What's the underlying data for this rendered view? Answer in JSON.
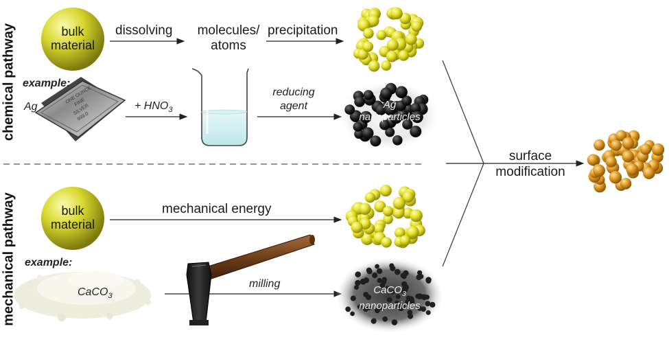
{
  "side_labels": {
    "chemical": "chemical pathway",
    "mechanical": "mechanical pathway"
  },
  "chemical": {
    "bulk_line1": "bulk",
    "bulk_line2": "material",
    "dissolving": "dissolving",
    "molecules_line1": "molecules/",
    "molecules_line2": "atoms",
    "precipitation": "precipitation",
    "example": "example:",
    "ag": "Ag",
    "bar_text": [
      "ONE OUNCE",
      "FINE",
      "SILVER",
      "999.0"
    ],
    "hno3_prefix": "+ HNO",
    "hno3_sub": "3",
    "reducing_line1": "reducing",
    "reducing_line2": "agent",
    "ag_np_line1": "Ag",
    "ag_np_line2": "nanoparticles"
  },
  "mechanical": {
    "bulk_line1": "bulk",
    "bulk_line2": "material",
    "energy": "mechanical energy",
    "example": "example:",
    "caco3_prefix": "CaCO",
    "caco3_sub": "3",
    "milling": "milling",
    "np_line1_prefix": "CaCO",
    "np_line1_sub": "3",
    "np_line2": "nanoparticles"
  },
  "merge": {
    "line1": "surface",
    "line2": "modification"
  },
  "colors": {
    "bulk_sphere": "#c8c81e",
    "yellow_particle": "#e8e428",
    "orange_particle": "#e3a02a",
    "arrow": "#222222"
  }
}
